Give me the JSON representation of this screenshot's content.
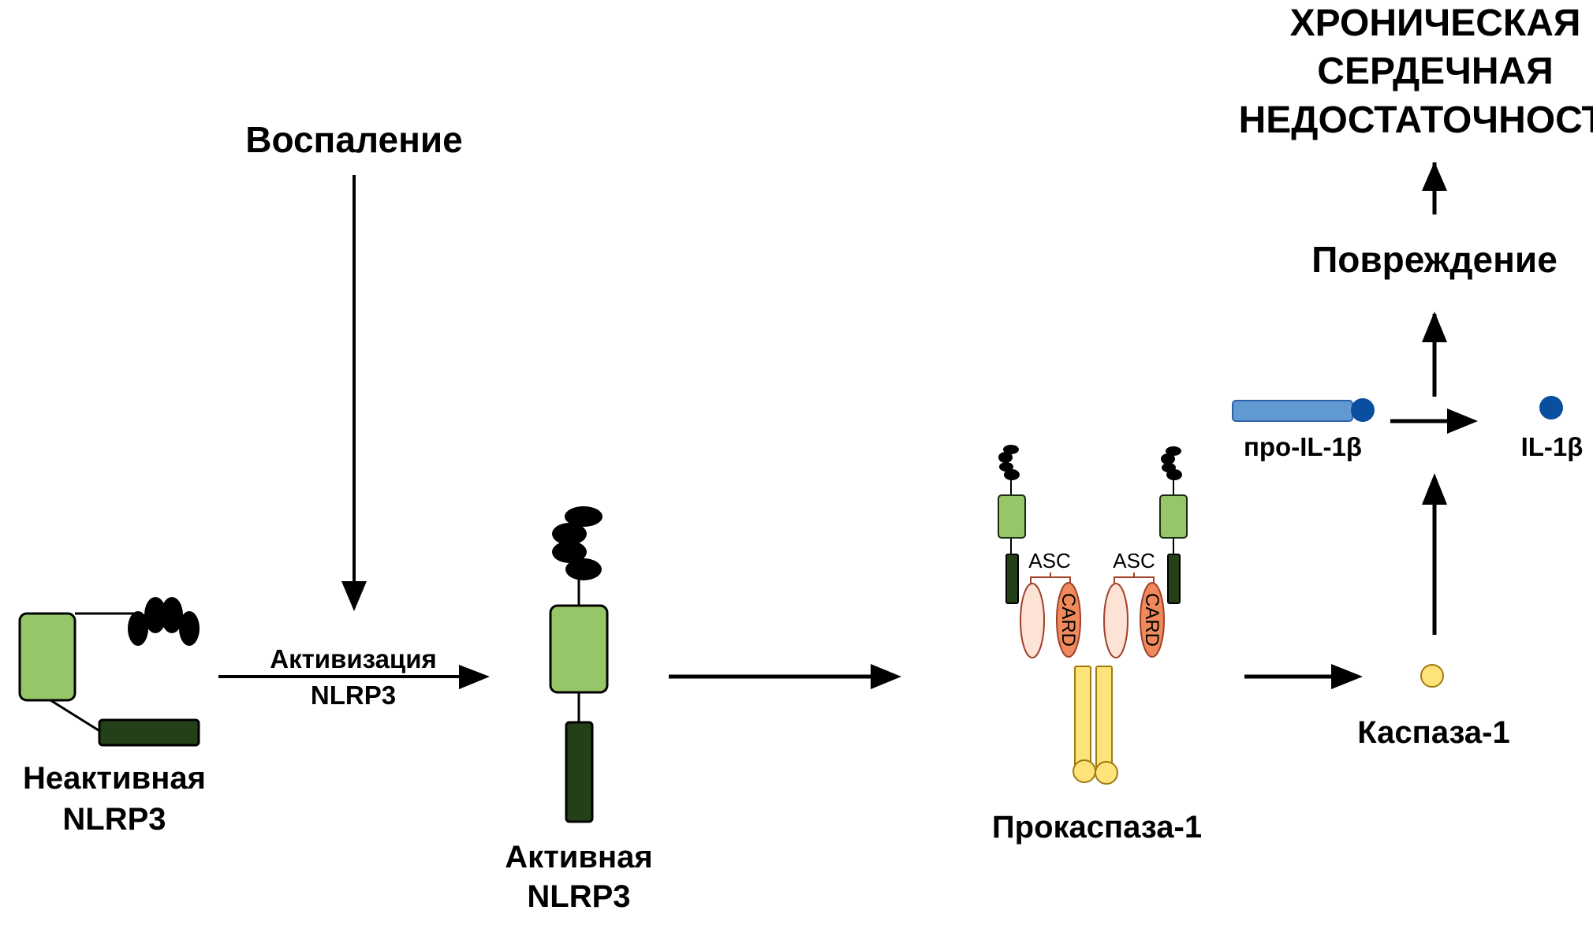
{
  "diagram": {
    "type": "pathway",
    "title": "NLRP3 inflammasome activation in chronic heart failure",
    "colors": {
      "nacht_domain": "#96c667",
      "lrr_domain": "#234019",
      "pyd_domain": "#000000",
      "asc_pyd": "#fde2d6",
      "asc_card": "#f08a5c",
      "asc_border": "#a0412a",
      "caspase": "#fde37a",
      "caspase_border": "#a07a10",
      "pro_il1b_bar": "#6199d2",
      "il1b": "#0a4ea0",
      "outcome_text": "#e30613"
    },
    "labels": {
      "inflammation": "Воспаление",
      "activation_line1": "Активизация",
      "activation_line2": "NLRP3",
      "inactive_line1": "Неактивная",
      "inactive_line2": "NLRP3",
      "active_line1": "Активная",
      "active_line2": "NLRP3",
      "asc_left": "ASC",
      "asc_right": "ASC",
      "card_left": "CARD",
      "card_right": "CARD",
      "procaspase": "Прокаспаза-1",
      "caspase": "Каспаза-1",
      "pro_il1b": "про-IL-1β",
      "il1b": "IL-1β",
      "damage": "Повреждение",
      "outcome_line1": "ХРОНИЧЕСКАЯ",
      "outcome_line2": "СЕРДЕЧНАЯ",
      "outcome_line3": "НЕДОСТАТОЧНОСТЬ"
    },
    "nodes": [
      {
        "id": "inflammation",
        "label": "Воспаление"
      },
      {
        "id": "inactive_nlrp3",
        "label": "Неактивная NLRP3"
      },
      {
        "id": "active_nlrp3",
        "label": "Активная NLRP3"
      },
      {
        "id": "procaspase1",
        "label": "Прокаспаза-1"
      },
      {
        "id": "caspase1",
        "label": "Каспаза-1"
      },
      {
        "id": "pro_il1b",
        "label": "про-IL-1β"
      },
      {
        "id": "il1b",
        "label": "IL-1β"
      },
      {
        "id": "damage",
        "label": "Повреждение"
      },
      {
        "id": "chf",
        "label": "ХРОНИЧЕСКАЯ СЕРДЕЧНАЯ НЕДОСТАТОЧНОСТЬ"
      }
    ],
    "edges": [
      {
        "from": "inflammation",
        "to": "activation_arrow"
      },
      {
        "from": "inactive_nlrp3",
        "to": "active_nlrp3",
        "label": "Активизация NLRP3"
      },
      {
        "from": "active_nlrp3",
        "to": "procaspase1"
      },
      {
        "from": "procaspase1",
        "to": "caspase1"
      },
      {
        "from": "caspase1",
        "to": "cleavage_arrow"
      },
      {
        "from": "pro_il1b",
        "to": "il1b"
      },
      {
        "from": "cleavage_arrow",
        "to": "damage"
      },
      {
        "from": "damage",
        "to": "chf"
      }
    ]
  }
}
